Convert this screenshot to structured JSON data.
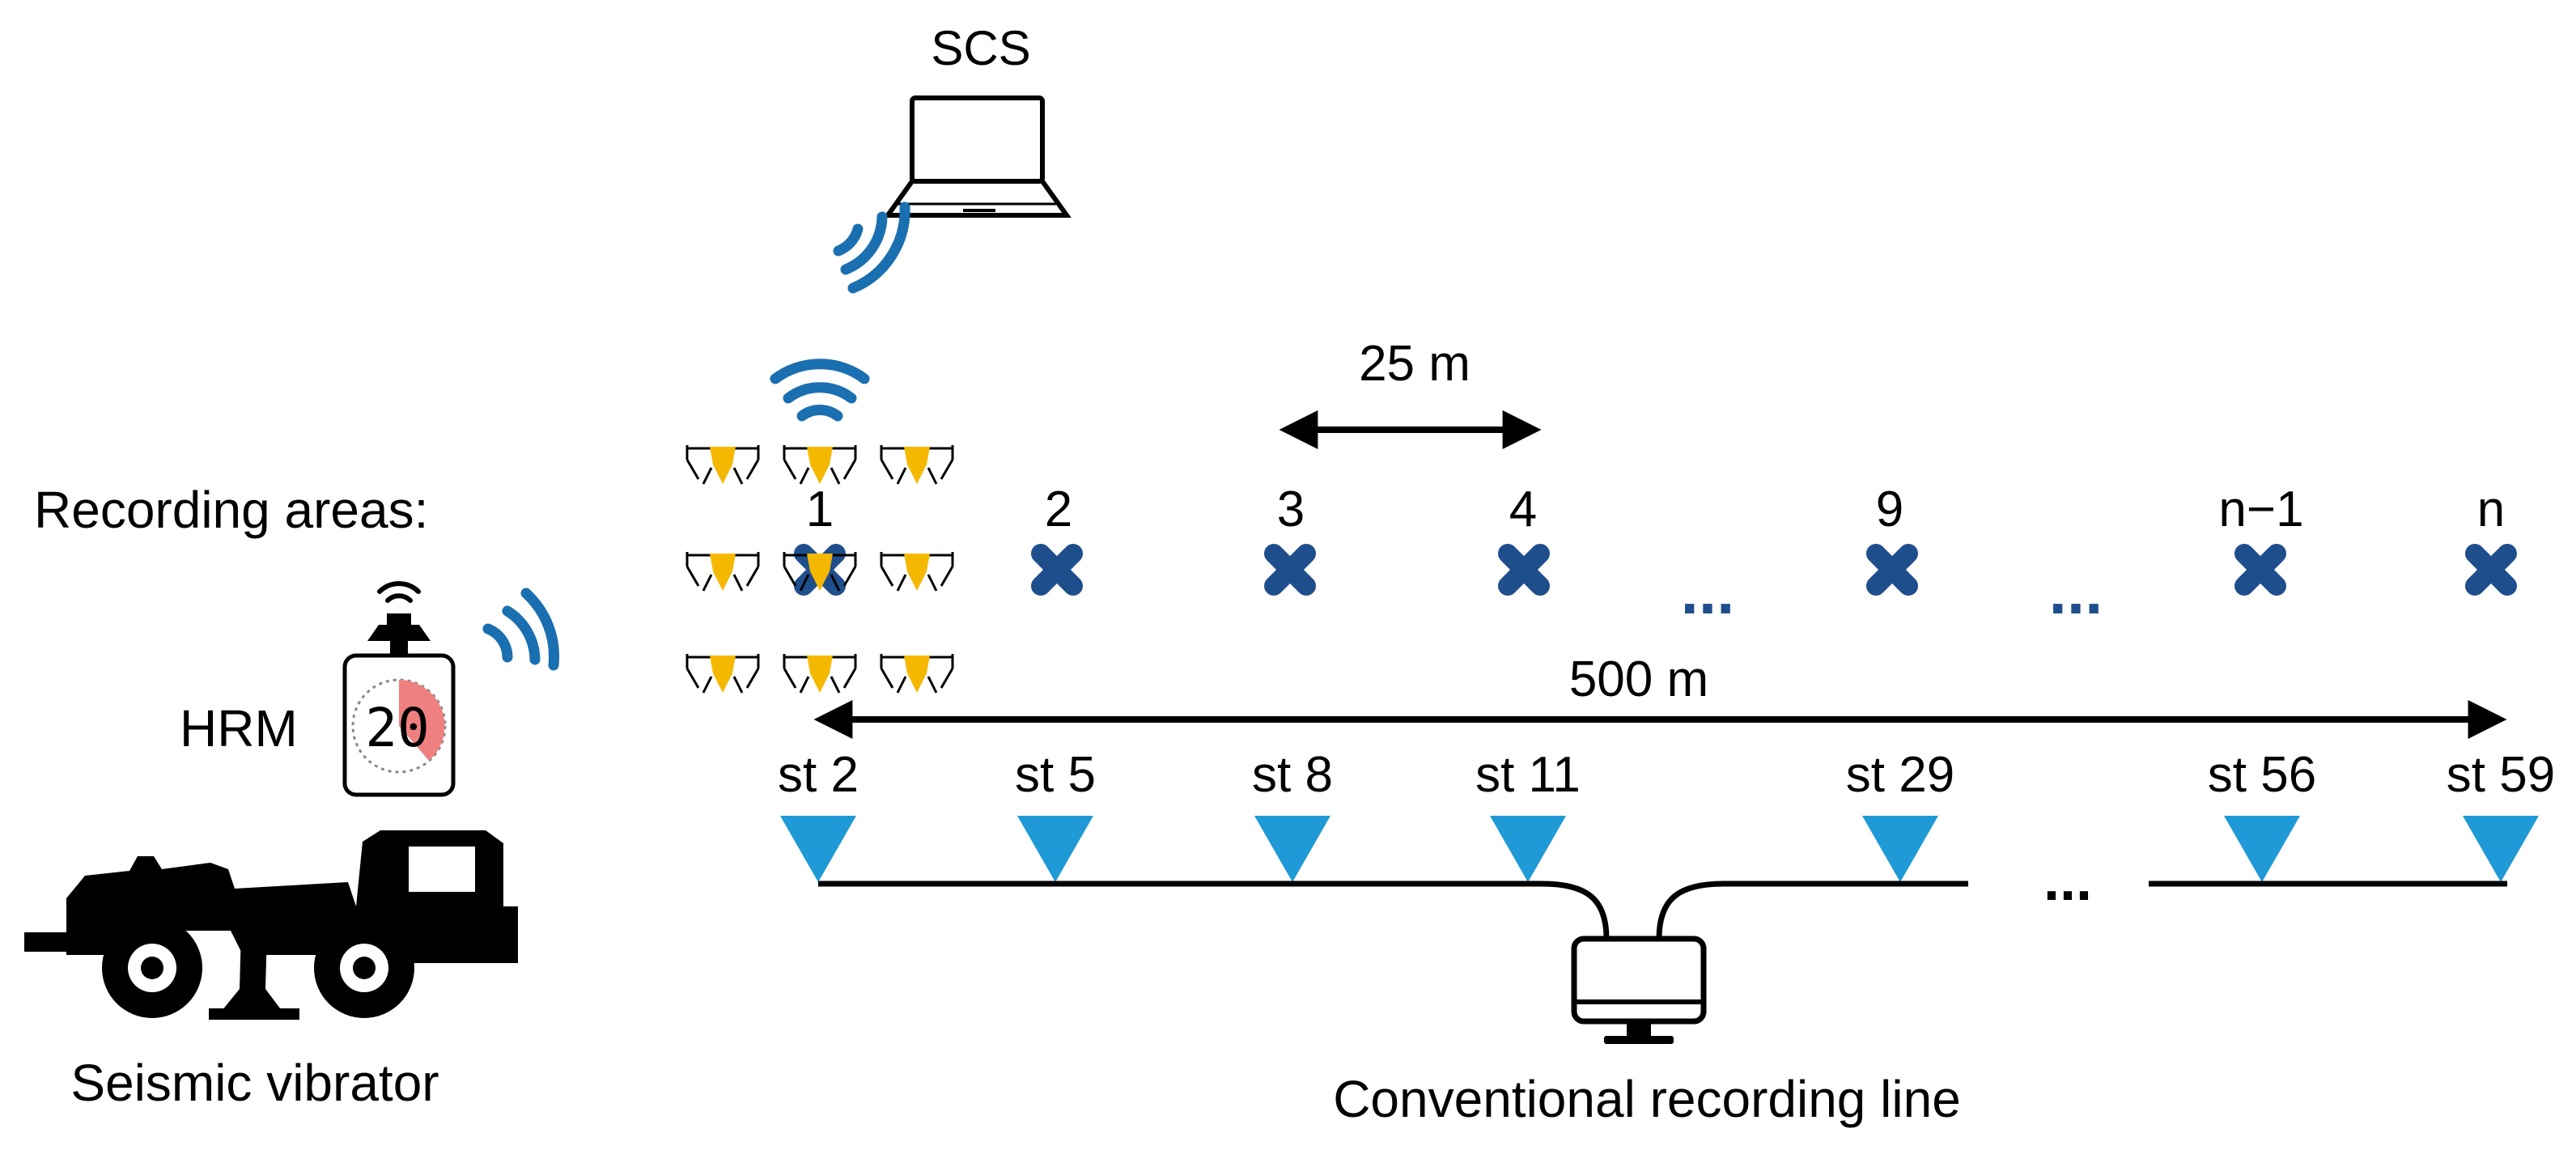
{
  "labels": {
    "scs": "SCS",
    "spacing": "25 m",
    "recording_areas": "Recording areas:",
    "hrm": "HRM",
    "hrm_display": "20",
    "line_length": "500 m",
    "source": "Seismic vibrator",
    "conventional_line": "Conventional recording line",
    "ellipsis_upper": "...",
    "ellipsis_upper_2": "...",
    "ellipsis_lower": "..."
  },
  "recording_areas": [
    "1",
    "2",
    "3",
    "4",
    "9",
    "n−1",
    "n"
  ],
  "stations": [
    "st 2",
    "st 5",
    "st 8",
    "st 11",
    "st 29",
    "st 56",
    "st 59"
  ],
  "icons": {
    "laptop": "laptop-icon",
    "wifi": "wifi-signal-icon",
    "drone": "drone-icon",
    "cross_marker": "x-marker-icon",
    "geophone": "triangle-station-icon",
    "monitor": "monitor-icon",
    "truck": "vibrator-truck-icon",
    "hrm_device": "hrm-device-icon"
  },
  "colors": {
    "marker_blue": "#1f4e8c",
    "station_blue": "#1f9ad6",
    "wifi_blue": "#1a6fb0",
    "drone_yellow": "#f5b800",
    "hrm_red": "#f08080"
  }
}
